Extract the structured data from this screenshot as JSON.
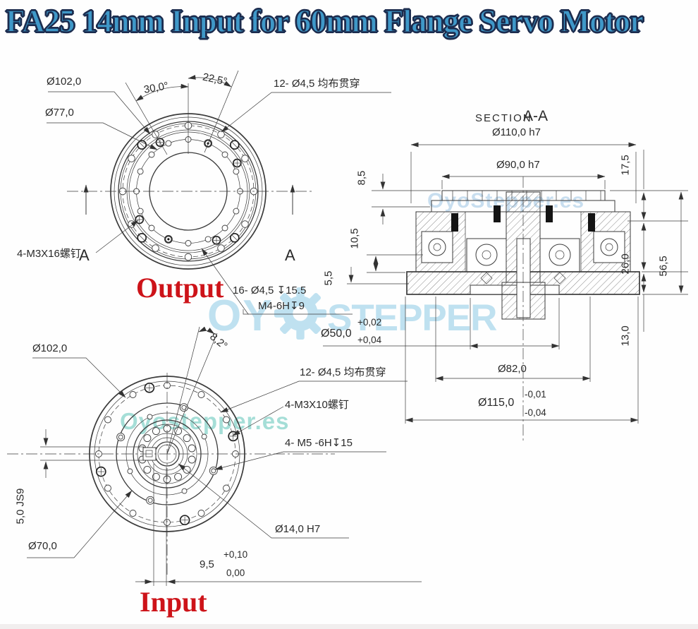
{
  "title": "FA25 14mm Input for 60mm Flange Servo Motor",
  "watermarks": {
    "brand_prefix": "OY",
    "brand_suffix": "STEPPER",
    "site_section": "OyoStepper.es",
    "site_input": "Oyostepper.es"
  },
  "output_view": {
    "label": "Output",
    "section_mark": "A",
    "dims": {
      "outer_diameter": "Ø102,0",
      "inner_bolt_circle": "Ø77,0",
      "angle_left": "30,0°",
      "angle_right": "22,5°",
      "through_holes": "12- Ø4,5 均布贯穿",
      "screws": "4-M3X16螺钉",
      "counterbore_holes": "16- Ø4,5 ↧15.5",
      "tapped_holes": "M4-6H↧9"
    }
  },
  "section_view": {
    "title_word": "SECTION",
    "title_mark": "A-A",
    "dims": {
      "d110": "Ø110,0 h7",
      "d90": "Ø90,0 h7",
      "h17_5": "17,5",
      "h8_5": "8,5",
      "h10_5": "10,5",
      "h5_5": "5,5",
      "h26": "26,0",
      "h56_5": "56,5",
      "h13": "13,0",
      "d50": "Ø50,0",
      "d50_tol_upper": "+0,02",
      "d50_tol_lower": "+0,04",
      "d82": "Ø82,0",
      "d115": "Ø115,0",
      "d115_tol_upper": "-0,01",
      "d115_tol_lower": "-0,04"
    }
  },
  "input_view": {
    "label": "Input",
    "dims": {
      "outer_diameter": "Ø102,0",
      "angle": "8,2°",
      "through_holes": "12- Ø4,5 均布贯穿",
      "screws": "4-M3X10螺钉",
      "tapped_holes": "4- M5 -6H↧15",
      "bore": "Ø14,0 H7",
      "key_offset": "9,5",
      "key_tol_upper": "+0,10",
      "key_tol_lower": "0,00",
      "boss_diameter": "Ø70,0",
      "keyway": "5,0 JS9"
    }
  }
}
